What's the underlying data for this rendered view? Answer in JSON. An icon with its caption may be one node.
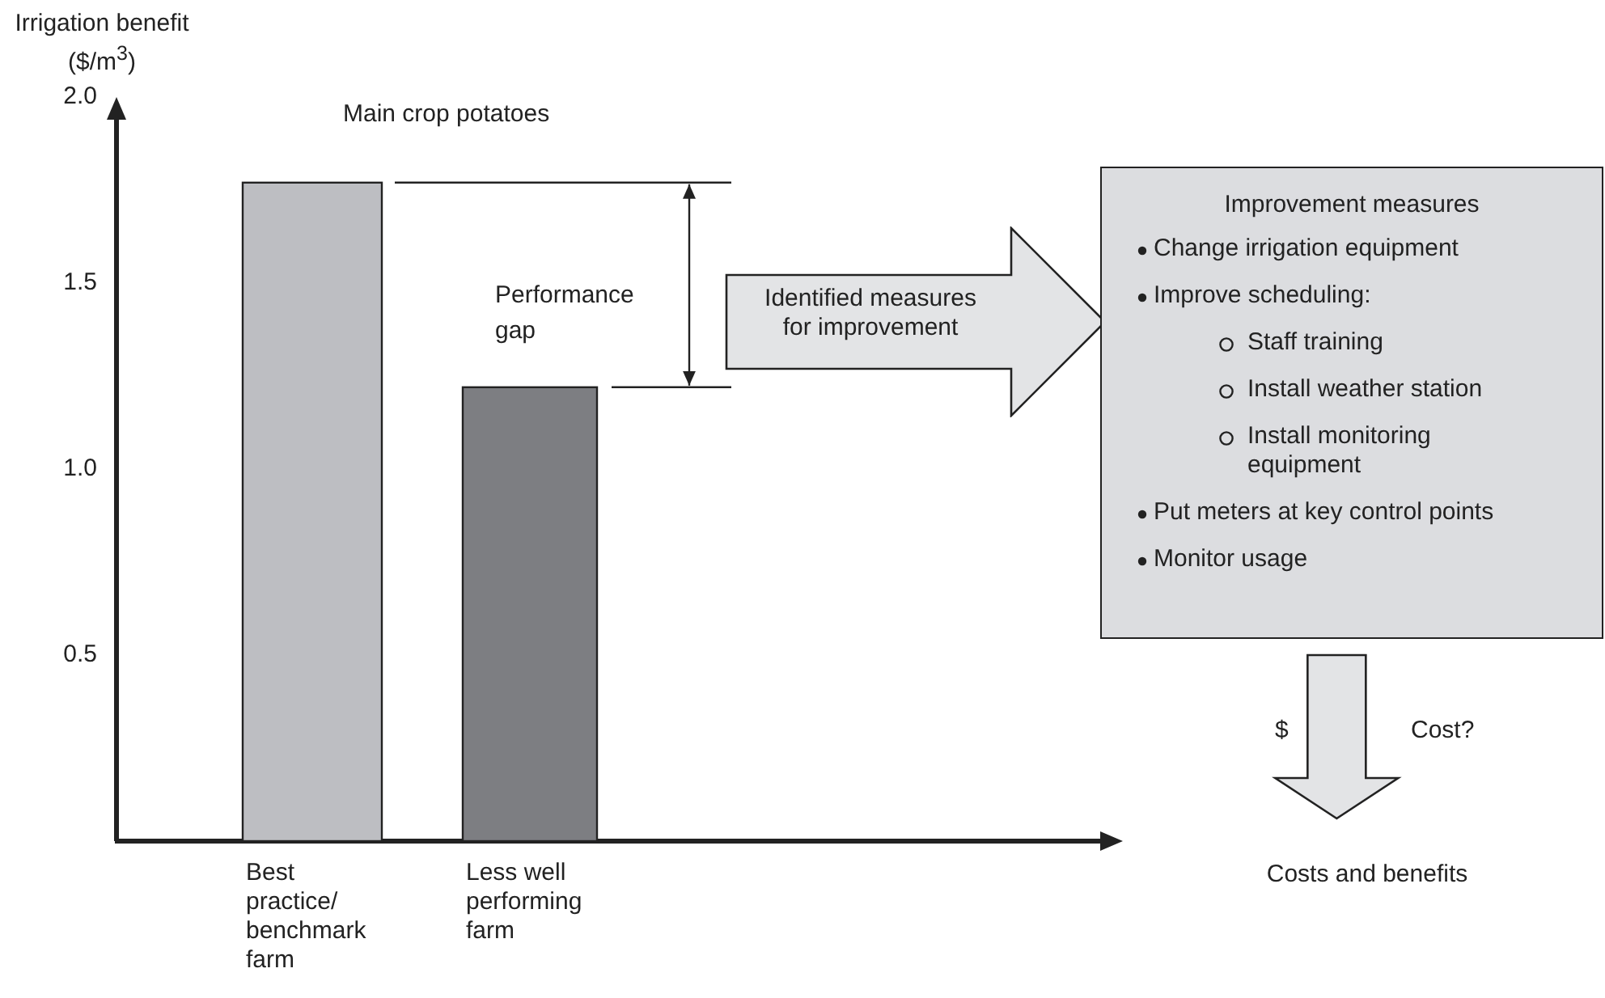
{
  "diagram": {
    "nodes": [
      {
        "text": [
          "Identified measures for improvement"
        ]
      },
      {
        "text": [
          "Improvement measures",
          "Change irrigation equipment",
          "Improve scheduling:",
          "Staff training",
          "Install weather station",
          "Install monitoring equipment",
          "Put meters at key control points",
          "Monitor usage"
        ]
      },
      {
        "text": [
          "Costs and benefits"
        ]
      }
    ],
    "edges": [
      {
        "from": 1,
        "to": 2,
        "arrow": "to"
      }
    ],
    "labels": [
      "Performance gap",
      "$",
      "Cost?"
    ],
    "chart_data": {
      "type": "bar",
      "title": "Main crop potatoes",
      "ylabel": "Irrigation benefit ($/m$^{3}$)",
      "categories": [
        "Best practice/ benchmark farm",
        "Less well performing farm"
      ],
      "values": [
        1.77,
        1.22
      ],
      "ylim": [
        0,
        2
      ],
      "yticks": [
        0.5,
        {
          "value": 1,
          "label": "1.0"
        },
        1.5,
        {
          "value": 2,
          "label": "2.0"
        }
      ]
    }
  }
}
